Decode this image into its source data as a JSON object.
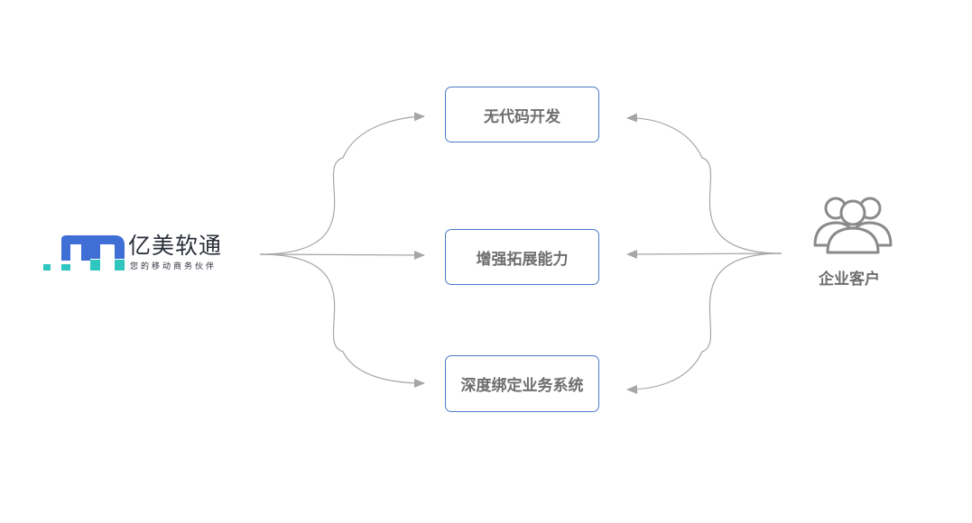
{
  "brand": {
    "name": "亿美软通",
    "tagline": "您的移动商务伙伴",
    "colors": {
      "primary_blue": "#3f6fd4",
      "accent_teal": "#2fc6c0",
      "text": "#2b2f3a"
    }
  },
  "features": [
    {
      "label": "无代码开发"
    },
    {
      "label": "增强拓展能力"
    },
    {
      "label": "深度绑定业务系统"
    }
  ],
  "customer": {
    "label": "企业客户",
    "icon": "users-group-icon"
  },
  "colors": {
    "box_border": "#4a7bc8",
    "label_text": "#6e6e6e",
    "connector": "#a6a6a6"
  }
}
